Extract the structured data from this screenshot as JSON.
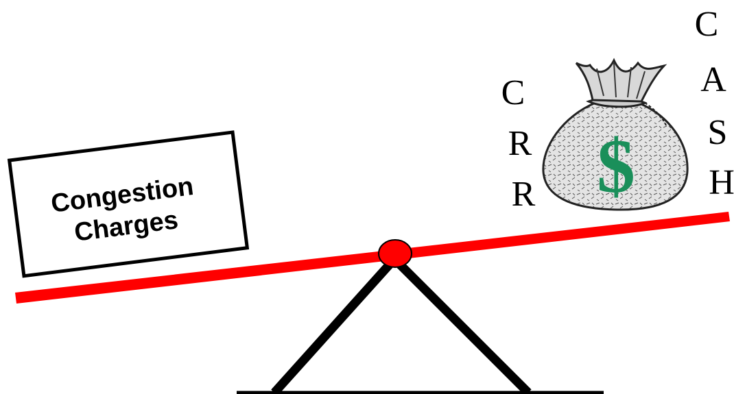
{
  "box": {
    "line1": "Congestion",
    "line2": "Charges"
  },
  "crr": {
    "letters": [
      "C",
      "R",
      "R"
    ]
  },
  "cash": {
    "letters": [
      "C",
      "A",
      "S",
      "H"
    ]
  },
  "money_bag": {
    "symbol": "$",
    "icon": "money-bag-icon"
  },
  "colors": {
    "beam": "#ff0000",
    "pivot": "#ff0000",
    "stand": "#000000",
    "dollar": "#1a8f5a",
    "bag": "#d9d9d9"
  }
}
